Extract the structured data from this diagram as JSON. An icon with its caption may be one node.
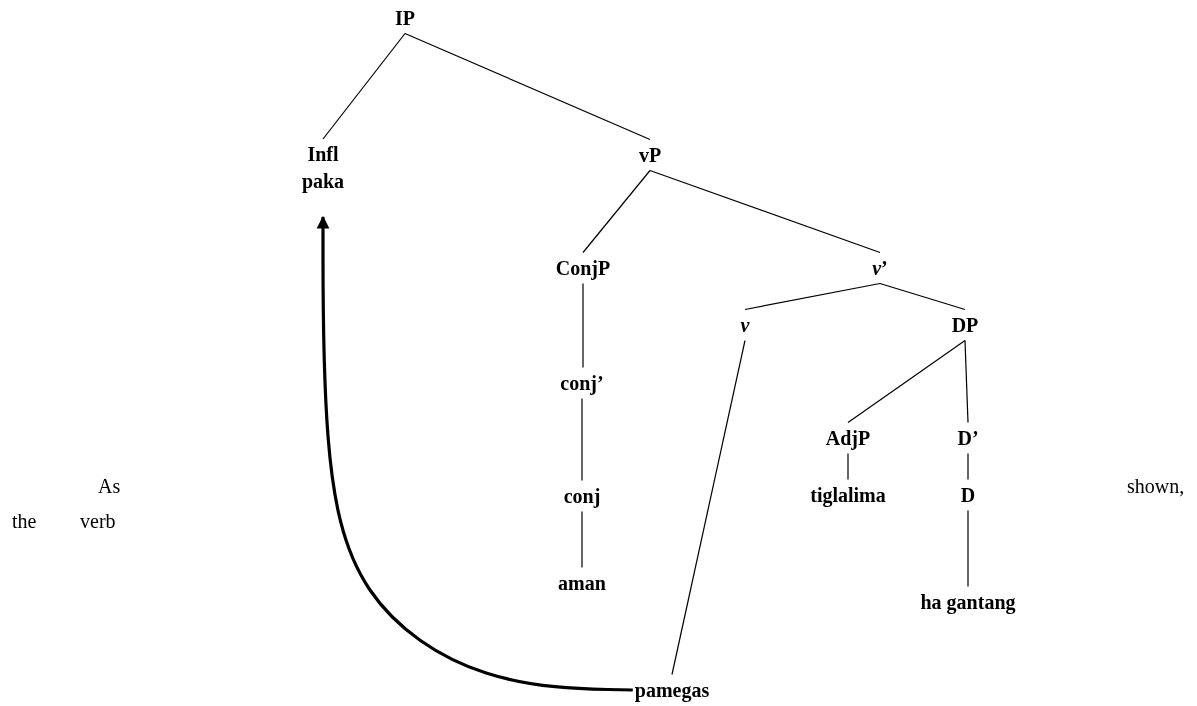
{
  "diagram": {
    "nodes": [
      {
        "text": [
          "IP"
        ]
      },
      {
        "text": [
          "Infl",
          "paka"
        ]
      },
      {
        "text": [
          "vP"
        ]
      },
      {
        "text": [
          "ConjP"
        ]
      },
      {
        "text": [
          "*v*’"
        ]
      },
      {
        "text": [
          "*v*"
        ]
      },
      {
        "text": [
          "DP"
        ]
      },
      {
        "text": [
          "conj’"
        ]
      },
      {
        "text": [
          "AdjP"
        ]
      },
      {
        "text": [
          "D’"
        ]
      },
      {
        "text": [
          "conj"
        ]
      },
      {
        "text": [
          "tiglalima"
        ]
      },
      {
        "text": [
          "D"
        ]
      },
      {
        "text": [
          "aman"
        ]
      },
      {
        "text": [
          "ha gantang"
        ]
      },
      {
        "text": [
          "pamegas"
        ]
      }
    ],
    "edges": [
      {
        "from": 0,
        "to": 1,
        "arrow": "none"
      },
      {
        "from": 0,
        "to": 2,
        "arrow": "none"
      },
      {
        "from": 2,
        "to": 3,
        "arrow": "none"
      },
      {
        "from": 2,
        "to": 4,
        "arrow": "none"
      },
      {
        "from": 4,
        "to": 5,
        "arrow": "none"
      },
      {
        "from": 4,
        "to": 6,
        "arrow": "none"
      },
      {
        "from": 3,
        "to": 7,
        "arrow": "none"
      },
      {
        "from": 7,
        "to": 10,
        "arrow": "none"
      },
      {
        "from": 10,
        "to": 13,
        "arrow": "none"
      },
      {
        "from": 6,
        "to": 8,
        "arrow": "none"
      },
      {
        "from": 6,
        "to": 9,
        "arrow": "none"
      },
      {
        "from": 8,
        "to": 11,
        "arrow": "none"
      },
      {
        "from": 9,
        "to": 12,
        "arrow": "none"
      },
      {
        "from": 12,
        "to": 14,
        "arrow": "none"
      },
      {
        "from": 5,
        "to": 15,
        "arrow": "none"
      },
      {
        "from": 15,
        "to": 1,
        "arrow": "to",
        "style": "thick"
      }
    ],
    "labels": [
      "As",
      "shown,",
      "the",
      "verb"
    ]
  }
}
